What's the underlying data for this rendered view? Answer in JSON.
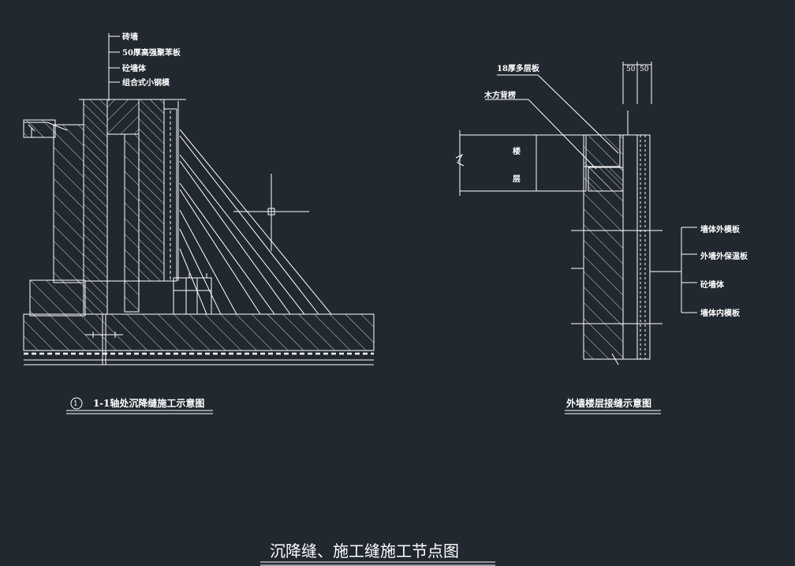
{
  "left_detail": {
    "labels": [
      "砖墙",
      "50厚高强聚苯板",
      "砼墙体",
      "组合式小钢模"
    ],
    "caption_number": "1",
    "caption_axis": "1",
    "caption_text": "-1轴处沉降缝施工示意图"
  },
  "right_detail": {
    "top_labels": [
      "18厚多层板",
      "木方背楞"
    ],
    "dims": [
      "50",
      "50"
    ],
    "slab_text": [
      "楼",
      "层"
    ],
    "side_labels": [
      "墙体外模板",
      "外墙外保温板",
      "砼墙体",
      "墙体内模板"
    ],
    "caption_text": "外墙楼层接缝示意图"
  },
  "page_title": "沉降缝、施工缝施工节点图",
  "colors": {
    "background": "#212830",
    "lines": "#ffffff"
  }
}
